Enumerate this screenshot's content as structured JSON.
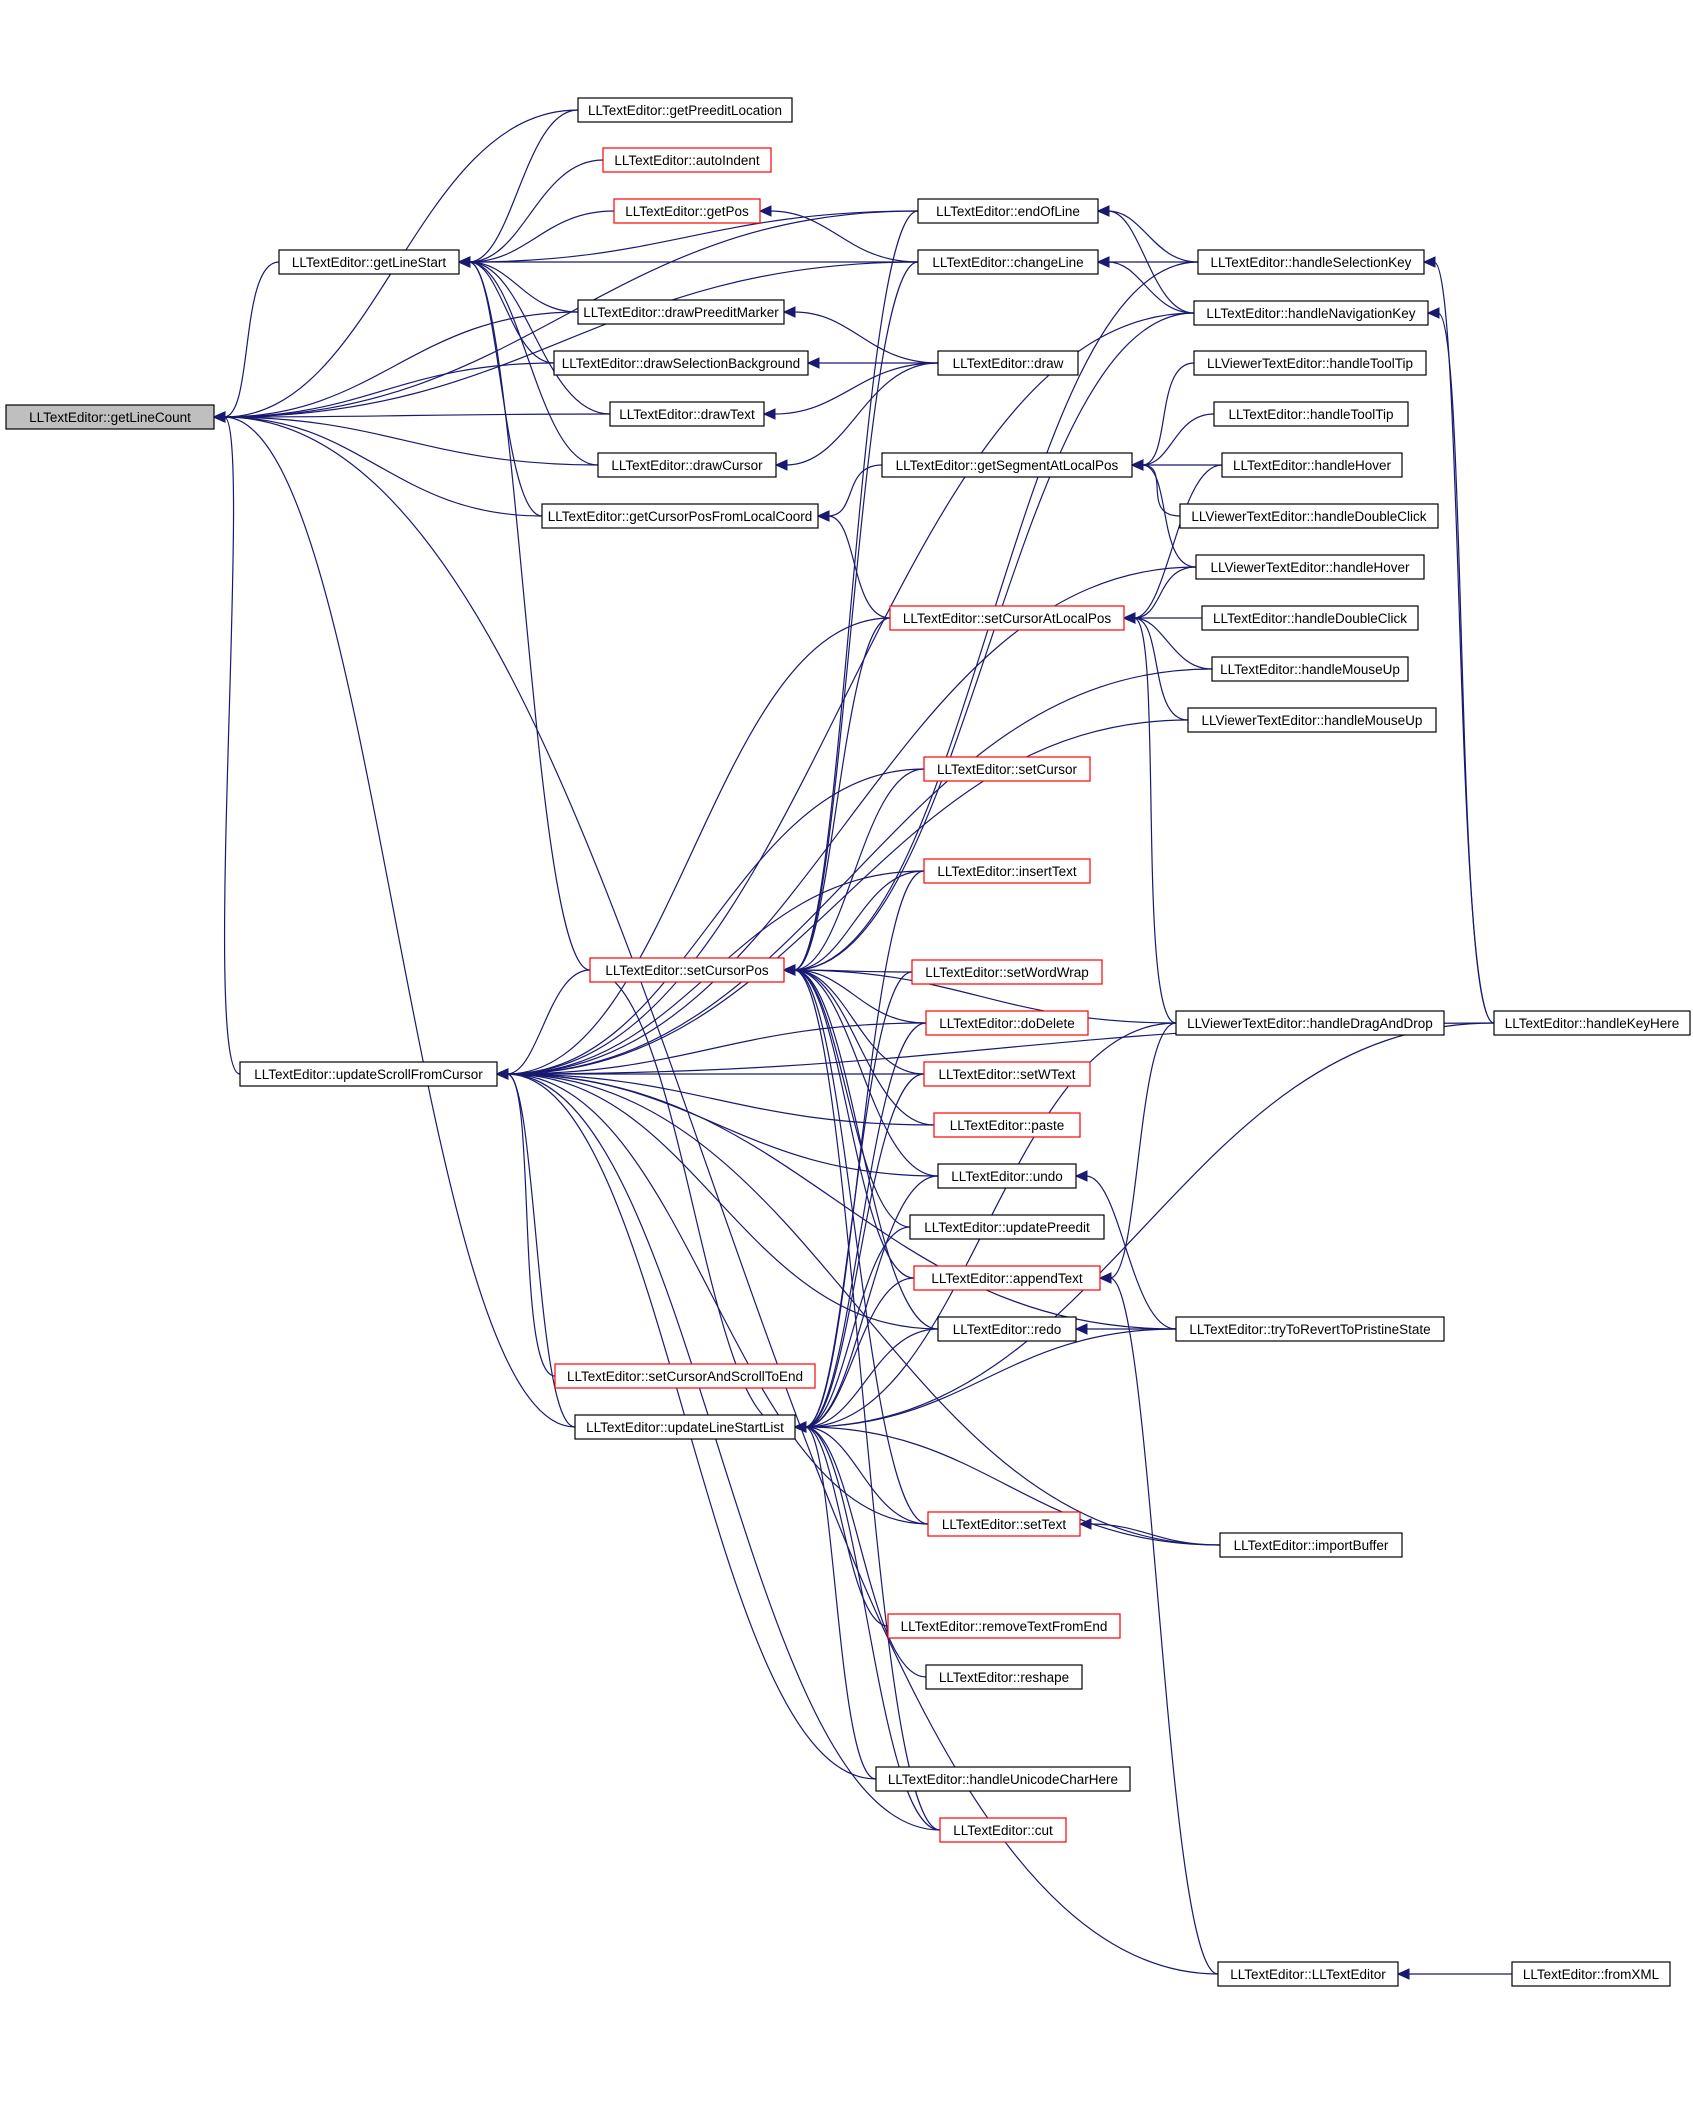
{
  "nodes": [
    {
      "id": "getLineCount",
      "label": "LLTextEditor::getLineCount",
      "style": "root"
    },
    {
      "id": "getLineStart",
      "label": "LLTextEditor::getLineStart",
      "style": "normal"
    },
    {
      "id": "updateScrollFromCursor",
      "label": "LLTextEditor::updateScrollFromCursor",
      "style": "normal"
    },
    {
      "id": "getPreeditLocation",
      "label": "LLTextEditor::getPreeditLocation",
      "style": "normal"
    },
    {
      "id": "autoIndent",
      "label": "LLTextEditor::autoIndent",
      "style": "red"
    },
    {
      "id": "getPos",
      "label": "LLTextEditor::getPos",
      "style": "red"
    },
    {
      "id": "drawPreeditMarker",
      "label": "LLTextEditor::drawPreeditMarker",
      "style": "normal"
    },
    {
      "id": "drawSelectionBackground",
      "label": "LLTextEditor::drawSelectionBackground",
      "style": "normal"
    },
    {
      "id": "drawText",
      "label": "LLTextEditor::drawText",
      "style": "normal"
    },
    {
      "id": "drawCursor",
      "label": "LLTextEditor::drawCursor",
      "style": "normal"
    },
    {
      "id": "getCursorPosFromLocalCoord",
      "label": "LLTextEditor::getCursorPosFromLocalCoord",
      "style": "normal"
    },
    {
      "id": "setCursorPos",
      "label": "LLTextEditor::setCursorPos",
      "style": "red"
    },
    {
      "id": "setCursorAndScrollToEnd",
      "label": "LLTextEditor::setCursorAndScrollToEnd",
      "style": "red"
    },
    {
      "id": "updateLineStartList",
      "label": "LLTextEditor::updateLineStartList",
      "style": "normal"
    },
    {
      "id": "endOfLine",
      "label": "LLTextEditor::endOfLine",
      "style": "normal"
    },
    {
      "id": "changeLine",
      "label": "LLTextEditor::changeLine",
      "style": "normal"
    },
    {
      "id": "draw",
      "label": "LLTextEditor::draw",
      "style": "normal"
    },
    {
      "id": "getSegmentAtLocalPos",
      "label": "LLTextEditor::getSegmentAtLocalPos",
      "style": "normal"
    },
    {
      "id": "setCursorAtLocalPos",
      "label": "LLTextEditor::setCursorAtLocalPos",
      "style": "red"
    },
    {
      "id": "setCursor",
      "label": "LLTextEditor::setCursor",
      "style": "red"
    },
    {
      "id": "insertText",
      "label": "LLTextEditor::insertText",
      "style": "red"
    },
    {
      "id": "setWordWrap",
      "label": "LLTextEditor::setWordWrap",
      "style": "red"
    },
    {
      "id": "doDelete",
      "label": "LLTextEditor::doDelete",
      "style": "red"
    },
    {
      "id": "setWText",
      "label": "LLTextEditor::setWText",
      "style": "red"
    },
    {
      "id": "paste",
      "label": "LLTextEditor::paste",
      "style": "red"
    },
    {
      "id": "undo",
      "label": "LLTextEditor::undo",
      "style": "normal"
    },
    {
      "id": "updatePreedit",
      "label": "LLTextEditor::updatePreedit",
      "style": "normal"
    },
    {
      "id": "appendText",
      "label": "LLTextEditor::appendText",
      "style": "red"
    },
    {
      "id": "redo",
      "label": "LLTextEditor::redo",
      "style": "normal"
    },
    {
      "id": "setText",
      "label": "LLTextEditor::setText",
      "style": "red"
    },
    {
      "id": "removeTextFromEnd",
      "label": "LLTextEditor::removeTextFromEnd",
      "style": "red"
    },
    {
      "id": "reshape",
      "label": "LLTextEditor::reshape",
      "style": "normal"
    },
    {
      "id": "handleUnicodeCharHere",
      "label": "LLTextEditor::handleUnicodeCharHere",
      "style": "normal"
    },
    {
      "id": "cut",
      "label": "LLTextEditor::cut",
      "style": "red"
    },
    {
      "id": "handleSelectionKey",
      "label": "LLTextEditor::handleSelectionKey",
      "style": "normal"
    },
    {
      "id": "handleNavigationKey",
      "label": "LLTextEditor::handleNavigationKey",
      "style": "normal"
    },
    {
      "id": "viewerHandleToolTip",
      "label": "LLViewerTextEditor::handleToolTip",
      "style": "normal"
    },
    {
      "id": "handleToolTip",
      "label": "LLTextEditor::handleToolTip",
      "style": "normal"
    },
    {
      "id": "handleHover",
      "label": "LLTextEditor::handleHover",
      "style": "normal"
    },
    {
      "id": "viewerHandleDoubleClick",
      "label": "LLViewerTextEditor::handleDoubleClick",
      "style": "normal"
    },
    {
      "id": "viewerHandleHover",
      "label": "LLViewerTextEditor::handleHover",
      "style": "normal"
    },
    {
      "id": "handleDoubleClick",
      "label": "LLTextEditor::handleDoubleClick",
      "style": "normal"
    },
    {
      "id": "handleMouseUp",
      "label": "LLTextEditor::handleMouseUp",
      "style": "normal"
    },
    {
      "id": "viewerHandleMouseUp",
      "label": "LLViewerTextEditor::handleMouseUp",
      "style": "normal"
    },
    {
      "id": "viewerHandleDragAndDrop",
      "label": "LLViewerTextEditor::handleDragAndDrop",
      "style": "normal"
    },
    {
      "id": "tryToRevertToPristineState",
      "label": "LLTextEditor::tryToRevertToPristineState",
      "style": "normal"
    },
    {
      "id": "importBuffer",
      "label": "LLTextEditor::importBuffer",
      "style": "normal"
    },
    {
      "id": "ctor",
      "label": "LLTextEditor::LLTextEditor",
      "style": "normal"
    },
    {
      "id": "handleKeyHere",
      "label": "LLTextEditor::handleKeyHere",
      "style": "normal"
    },
    {
      "id": "fromXML",
      "label": "LLTextEditor::fromXML",
      "style": "normal"
    }
  ],
  "edges": [
    [
      "getLineCount",
      "getLineStart"
    ],
    [
      "getLineCount",
      "updateScrollFromCursor"
    ],
    [
      "getLineCount",
      "getPreeditLocation"
    ],
    [
      "getLineCount",
      "drawPreeditMarker"
    ],
    [
      "getLineCount",
      "drawSelectionBackground"
    ],
    [
      "getLineCount",
      "drawText"
    ],
    [
      "getLineCount",
      "drawCursor"
    ],
    [
      "getLineCount",
      "getCursorPosFromLocalCoord"
    ],
    [
      "getLineCount",
      "updateLineStartList"
    ],
    [
      "getLineCount",
      "endOfLine"
    ],
    [
      "getLineCount",
      "changeLine"
    ],
    [
      "getLineCount",
      "ctor"
    ],
    [
      "getLineStart",
      "getPreeditLocation"
    ],
    [
      "getLineStart",
      "autoIndent"
    ],
    [
      "getLineStart",
      "getPos"
    ],
    [
      "getLineStart",
      "drawPreeditMarker"
    ],
    [
      "getLineStart",
      "drawSelectionBackground"
    ],
    [
      "getLineStart",
      "drawText"
    ],
    [
      "getLineStart",
      "drawCursor"
    ],
    [
      "getLineStart",
      "getCursorPosFromLocalCoord"
    ],
    [
      "getLineStart",
      "changeLine"
    ],
    [
      "getLineStart",
      "endOfLine"
    ],
    [
      "getLineStart",
      "setCursorPos"
    ],
    [
      "updateScrollFromCursor",
      "setCursorPos"
    ],
    [
      "updateScrollFromCursor",
      "setCursorAndScrollToEnd"
    ],
    [
      "updateScrollFromCursor",
      "updateLineStartList"
    ],
    [
      "updateScrollFromCursor",
      "setCursorAtLocalPos"
    ],
    [
      "updateScrollFromCursor",
      "setCursor"
    ],
    [
      "updateScrollFromCursor",
      "insertText"
    ],
    [
      "updateScrollFromCursor",
      "doDelete"
    ],
    [
      "updateScrollFromCursor",
      "setWText"
    ],
    [
      "updateScrollFromCursor",
      "paste"
    ],
    [
      "updateScrollFromCursor",
      "undo"
    ],
    [
      "updateScrollFromCursor",
      "redo"
    ],
    [
      "updateScrollFromCursor",
      "setText"
    ],
    [
      "updateScrollFromCursor",
      "handleUnicodeCharHere"
    ],
    [
      "updateScrollFromCursor",
      "cut"
    ],
    [
      "updateScrollFromCursor",
      "tryToRevertToPristineState"
    ],
    [
      "updateScrollFromCursor",
      "importBuffer"
    ],
    [
      "updateScrollFromCursor",
      "handleNavigationKey"
    ],
    [
      "updateScrollFromCursor",
      "viewerHandleHover"
    ],
    [
      "updateScrollFromCursor",
      "handleMouseUp"
    ],
    [
      "updateScrollFromCursor",
      "viewerHandleMouseUp"
    ],
    [
      "updateScrollFromCursor",
      "handleKeyHere"
    ],
    [
      "getPos",
      "changeLine"
    ],
    [
      "drawPreeditMarker",
      "draw"
    ],
    [
      "drawSelectionBackground",
      "draw"
    ],
    [
      "drawText",
      "draw"
    ],
    [
      "drawCursor",
      "draw"
    ],
    [
      "getCursorPosFromLocalCoord",
      "getSegmentAtLocalPos"
    ],
    [
      "getCursorPosFromLocalCoord",
      "setCursorAtLocalPos"
    ],
    [
      "setCursorPos",
      "endOfLine"
    ],
    [
      "setCursorPos",
      "changeLine"
    ],
    [
      "setCursorPos",
      "setCursorAtLocalPos"
    ],
    [
      "setCursorPos",
      "setCursor"
    ],
    [
      "setCursorPos",
      "insertText"
    ],
    [
      "setCursorPos",
      "setWordWrap"
    ],
    [
      "setCursorPos",
      "doDelete"
    ],
    [
      "setCursorPos",
      "setWText"
    ],
    [
      "setCursorPos",
      "paste"
    ],
    [
      "setCursorPos",
      "undo"
    ],
    [
      "setCursorPos",
      "updatePreedit"
    ],
    [
      "setCursorPos",
      "appendText"
    ],
    [
      "setCursorPos",
      "redo"
    ],
    [
      "setCursorPos",
      "setText"
    ],
    [
      "setCursorPos",
      "cut"
    ],
    [
      "setCursorPos",
      "handleSelectionKey"
    ],
    [
      "setCursorPos",
      "handleNavigationKey"
    ],
    [
      "setCursorPos",
      "viewerHandleDragAndDrop"
    ],
    [
      "updateLineStartList",
      "setCursorPos"
    ],
    [
      "updateLineStartList",
      "insertText"
    ],
    [
      "updateLineStartList",
      "setWordWrap"
    ],
    [
      "updateLineStartList",
      "doDelete"
    ],
    [
      "updateLineStartList",
      "setWText"
    ],
    [
      "updateLineStartList",
      "undo"
    ],
    [
      "updateLineStartList",
      "updatePreedit"
    ],
    [
      "updateLineStartList",
      "appendText"
    ],
    [
      "updateLineStartList",
      "redo"
    ],
    [
      "updateLineStartList",
      "setText"
    ],
    [
      "updateLineStartList",
      "removeTextFromEnd"
    ],
    [
      "updateLineStartList",
      "reshape"
    ],
    [
      "updateLineStartList",
      "handleUnicodeCharHere"
    ],
    [
      "updateLineStartList",
      "cut"
    ],
    [
      "updateLineStartList",
      "importBuffer"
    ],
    [
      "updateLineStartList",
      "tryToRevertToPristineState"
    ],
    [
      "updateLineStartList",
      "viewerHandleDragAndDrop"
    ],
    [
      "updateLineStartList",
      "handleKeyHere"
    ],
    [
      "endOfLine",
      "handleSelectionKey"
    ],
    [
      "endOfLine",
      "handleNavigationKey"
    ],
    [
      "changeLine",
      "handleSelectionKey"
    ],
    [
      "changeLine",
      "handleNavigationKey"
    ],
    [
      "getSegmentAtLocalPos",
      "viewerHandleToolTip"
    ],
    [
      "getSegmentAtLocalPos",
      "handleToolTip"
    ],
    [
      "getSegmentAtLocalPos",
      "handleHover"
    ],
    [
      "getSegmentAtLocalPos",
      "viewerHandleDoubleClick"
    ],
    [
      "getSegmentAtLocalPos",
      "viewerHandleHover"
    ],
    [
      "setCursorAtLocalPos",
      "handleHover"
    ],
    [
      "setCursorAtLocalPos",
      "viewerHandleHover"
    ],
    [
      "setCursorAtLocalPos",
      "handleDoubleClick"
    ],
    [
      "setCursorAtLocalPos",
      "handleMouseUp"
    ],
    [
      "setCursorAtLocalPos",
      "viewerHandleMouseUp"
    ],
    [
      "setCursorAtLocalPos",
      "viewerHandleDragAndDrop"
    ],
    [
      "undo",
      "tryToRevertToPristineState"
    ],
    [
      "redo",
      "tryToRevertToPristineState"
    ],
    [
      "appendText",
      "viewerHandleDragAndDrop"
    ],
    [
      "appendText",
      "ctor"
    ],
    [
      "setText",
      "importBuffer"
    ],
    [
      "handleSelectionKey",
      "handleKeyHere"
    ],
    [
      "handleNavigationKey",
      "handleKeyHere"
    ],
    [
      "ctor",
      "fromXML"
    ]
  ]
}
